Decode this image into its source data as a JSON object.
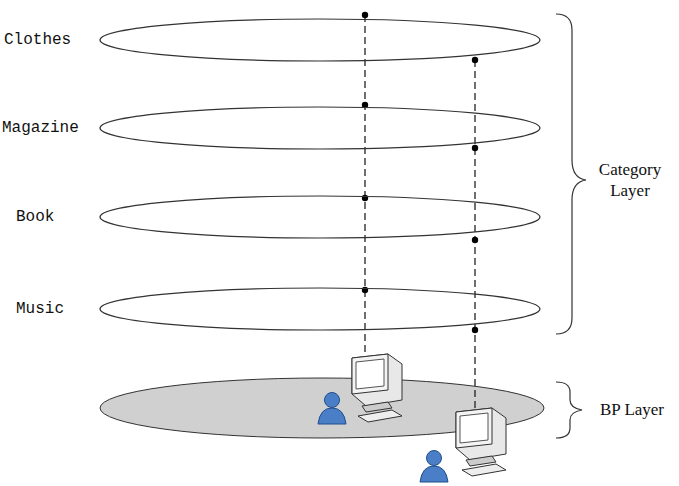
{
  "diagram": {
    "nodes": [
      {
        "text": [
          "Clothes"
        ]
      },
      {
        "text": [
          "Magazine"
        ]
      },
      {
        "text": [
          "Book"
        ]
      },
      {
        "text": [
          "Music"
        ]
      }
    ],
    "labels": [
      "Category Layer",
      "BP Layer"
    ]
  }
}
